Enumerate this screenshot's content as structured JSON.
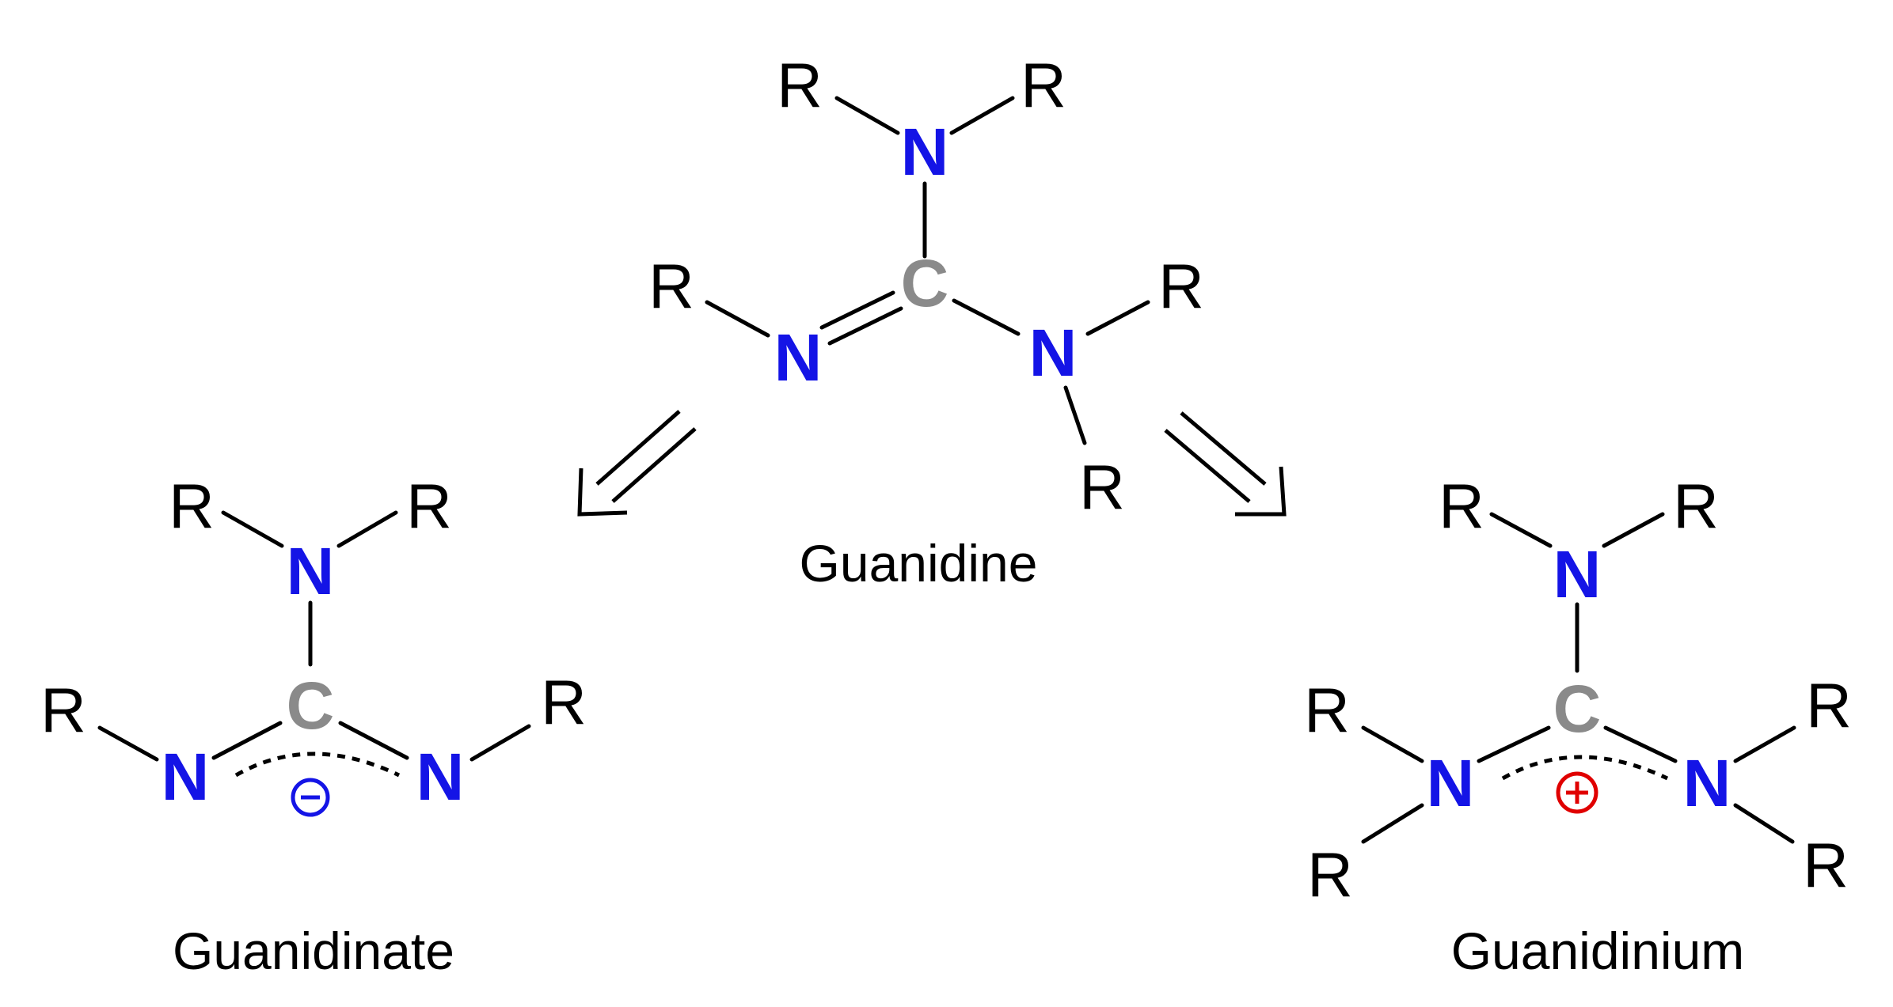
{
  "colors": {
    "nitrogen": "#1414e6",
    "carbon": "#8a8a8a",
    "substituent": "#000000",
    "bond": "#000000",
    "negative_charge": "#1414e6",
    "positive_charge": "#e00000"
  },
  "atoms": {
    "nitrogen": "N",
    "carbon": "C",
    "substituent": "R"
  },
  "molecules": {
    "guanidine": {
      "caption": "Guanidine"
    },
    "guanidinate": {
      "caption": "Guanidinate",
      "charge": "negative"
    },
    "guanidinium": {
      "caption": "Guanidinium",
      "charge": "positive"
    }
  },
  "arrows": [
    {
      "from": "guanidine",
      "to": "guanidinate",
      "style": "open double-line arrow"
    },
    {
      "from": "guanidine",
      "to": "guanidinium",
      "style": "open double-line arrow"
    }
  ]
}
